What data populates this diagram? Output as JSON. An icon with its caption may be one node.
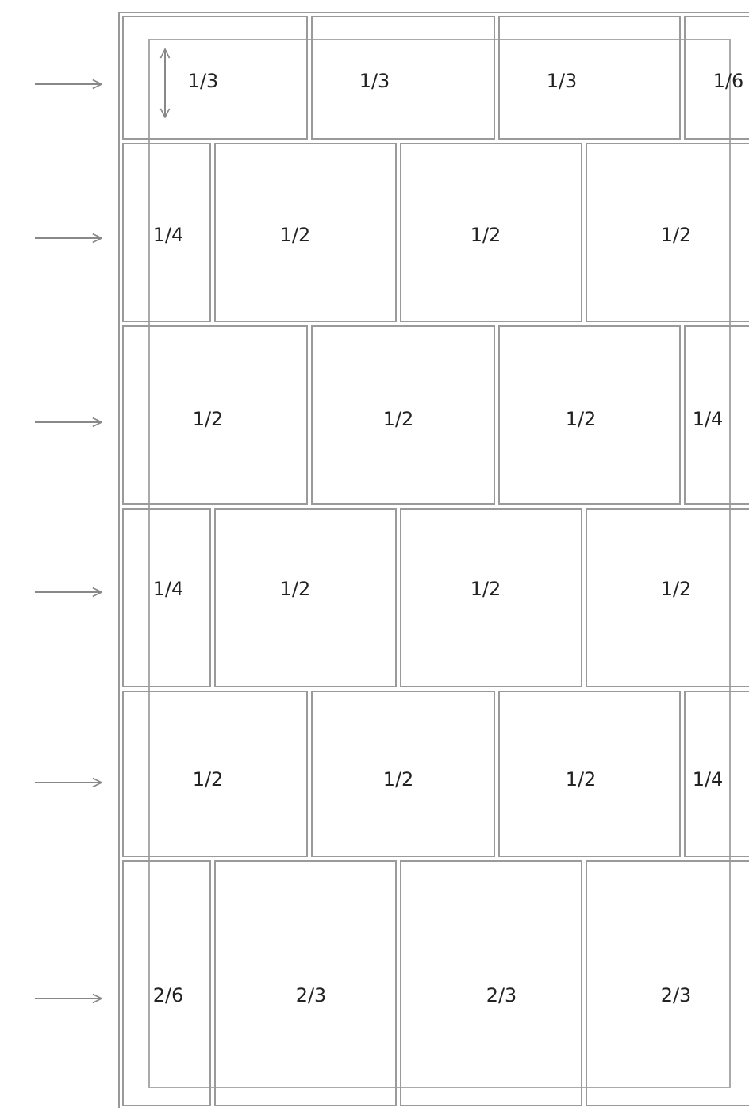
{
  "diagram": {
    "nodes": [
      {
        "text": [
          "1/3"
        ]
      },
      {
        "text": [
          "1/3"
        ]
      },
      {
        "text": [
          "1/3"
        ]
      },
      {
        "text": [
          "1/6"
        ]
      },
      {
        "text": [
          "1/4"
        ]
      },
      {
        "text": [
          "1/2"
        ]
      },
      {
        "text": [
          "1/2"
        ]
      },
      {
        "text": [
          "1/2"
        ]
      },
      {
        "text": [
          "1/2"
        ]
      },
      {
        "text": [
          "1/2"
        ]
      },
      {
        "text": [
          "1/2"
        ]
      },
      {
        "text": [
          "1/4"
        ]
      },
      {
        "text": [
          "1/4"
        ]
      },
      {
        "text": [
          "1/2"
        ]
      },
      {
        "text": [
          "1/2"
        ]
      },
      {
        "text": [
          "1/2"
        ]
      },
      {
        "text": [
          "1/2"
        ]
      },
      {
        "text": [
          "1/2"
        ]
      },
      {
        "text": [
          "1/2"
        ]
      },
      {
        "text": [
          "1/4"
        ]
      },
      {
        "text": [
          "2/6"
        ]
      },
      {
        "text": [
          "2/3"
        ]
      },
      {
        "text": [
          "2/3"
        ]
      },
      {
        "text": [
          "2/3"
        ]
      }
    ]
  }
}
